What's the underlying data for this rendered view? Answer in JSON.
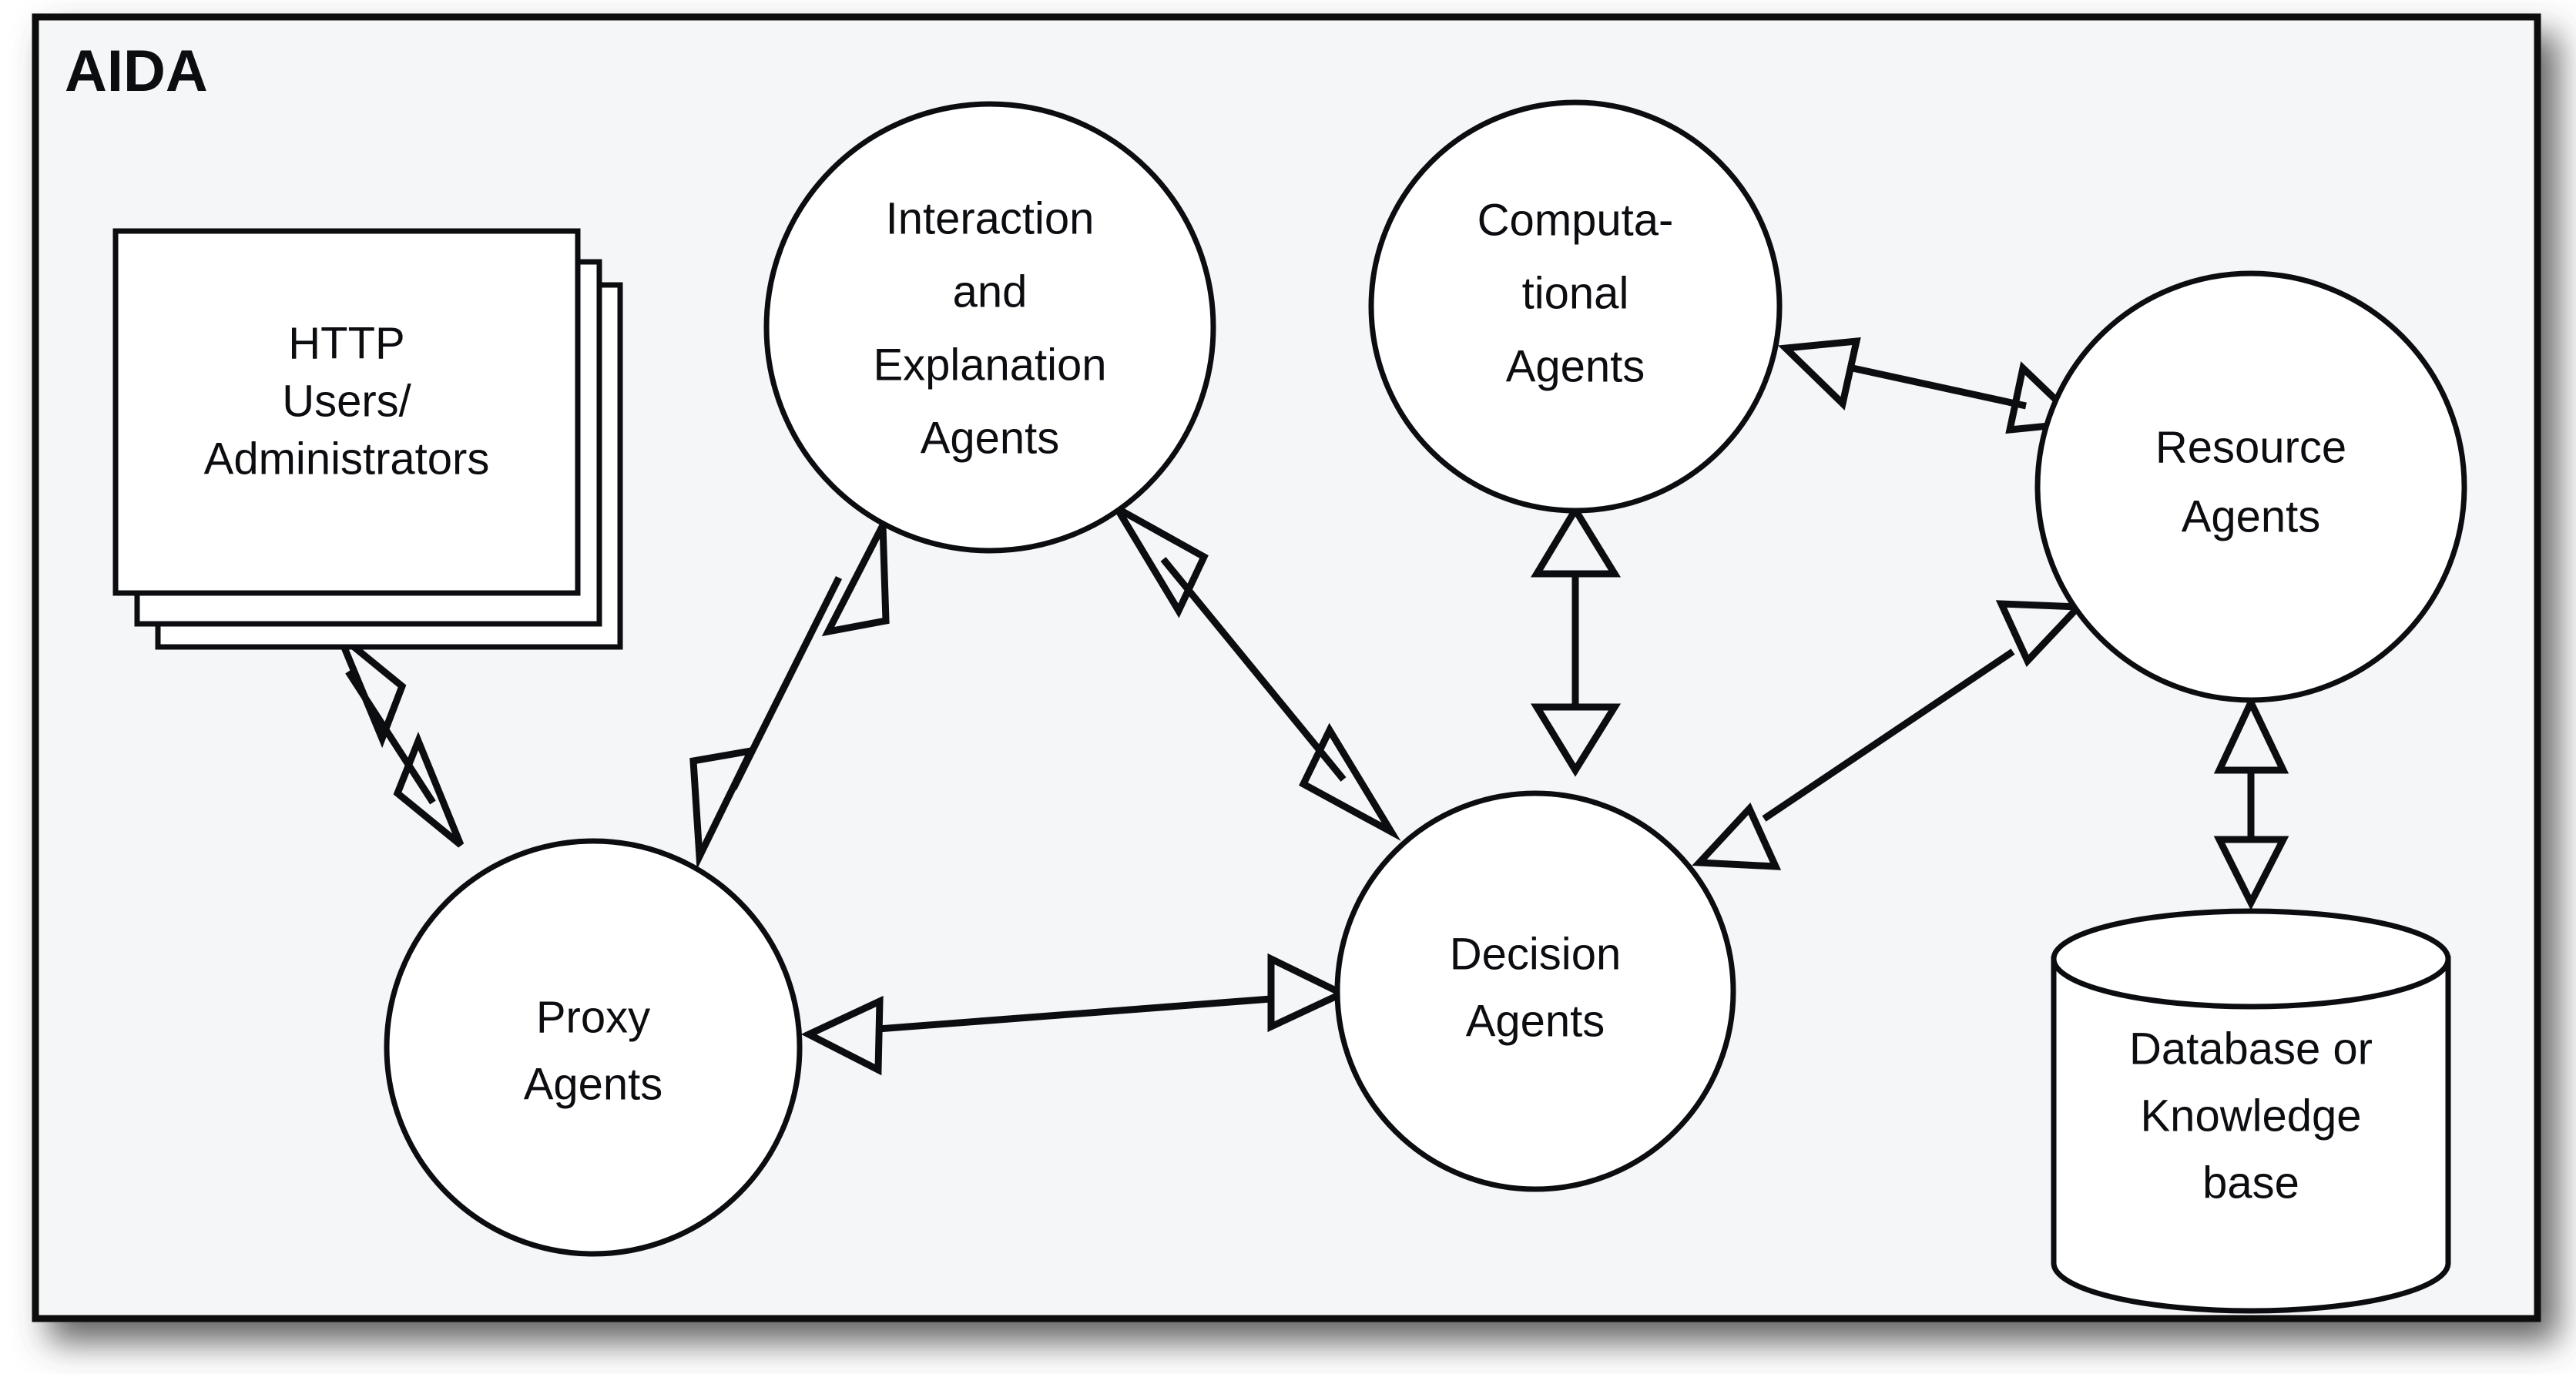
{
  "frame": {
    "title": "AIDA",
    "background_color": "#f4f6f8",
    "border_color": "#0b0d10"
  },
  "nodes": [
    {
      "id": "http-users",
      "shape": "stacked-box",
      "lines": [
        "HTTP",
        "Users/",
        "Administrators"
      ],
      "fill": "#ffffff",
      "stroke": "#0b0d10"
    },
    {
      "id": "interaction-explanation-agents",
      "shape": "circle",
      "lines": [
        "Interaction",
        "and",
        "Explanation",
        "Agents"
      ],
      "fill": "#ffffff",
      "stroke": "#0b0d10"
    },
    {
      "id": "computational-agents",
      "shape": "circle",
      "lines": [
        "Computa-",
        "tional",
        "Agents"
      ],
      "fill": "#ffffff",
      "stroke": "#0b0d10"
    },
    {
      "id": "resource-agents",
      "shape": "circle",
      "lines": [
        "Resource",
        "Agents"
      ],
      "fill": "#ffffff",
      "stroke": "#0b0d10"
    },
    {
      "id": "proxy-agents",
      "shape": "circle",
      "lines": [
        "Proxy",
        "Agents"
      ],
      "fill": "#ffffff",
      "stroke": "#0b0d10"
    },
    {
      "id": "decision-agents",
      "shape": "circle",
      "lines": [
        "Decision",
        "Agents"
      ],
      "fill": "#ffffff",
      "stroke": "#0b0d10"
    },
    {
      "id": "database-knowledge-base",
      "shape": "cylinder",
      "lines": [
        "Database or",
        "Knowledge",
        "base"
      ],
      "fill": "#ffffff",
      "stroke": "#0b0d10"
    }
  ],
  "edges": [
    {
      "id": "http-users--proxy-agents",
      "from": "http-users",
      "to": "proxy-agents",
      "direction": "bidirectional",
      "arrowhead": "open-triangle"
    },
    {
      "id": "interaction--proxy-agents",
      "from": "interaction-explanation-agents",
      "to": "proxy-agents",
      "direction": "bidirectional",
      "arrowhead": "open-triangle"
    },
    {
      "id": "interaction--decision-agents",
      "from": "interaction-explanation-agents",
      "to": "decision-agents",
      "direction": "bidirectional",
      "arrowhead": "open-triangle"
    },
    {
      "id": "computational--decision-agents",
      "from": "computational-agents",
      "to": "decision-agents",
      "direction": "bidirectional",
      "arrowhead": "open-triangle"
    },
    {
      "id": "computational--resource-agents",
      "from": "computational-agents",
      "to": "resource-agents",
      "direction": "bidirectional",
      "arrowhead": "open-triangle"
    },
    {
      "id": "decision--resource-agents",
      "from": "decision-agents",
      "to": "resource-agents",
      "direction": "bidirectional",
      "arrowhead": "open-triangle"
    },
    {
      "id": "proxy--decision-agents",
      "from": "proxy-agents",
      "to": "decision-agents",
      "direction": "bidirectional",
      "arrowhead": "open-triangle"
    },
    {
      "id": "resource--database",
      "from": "resource-agents",
      "to": "database-knowledge-base",
      "direction": "bidirectional",
      "arrowhead": "open-triangle"
    }
  ]
}
